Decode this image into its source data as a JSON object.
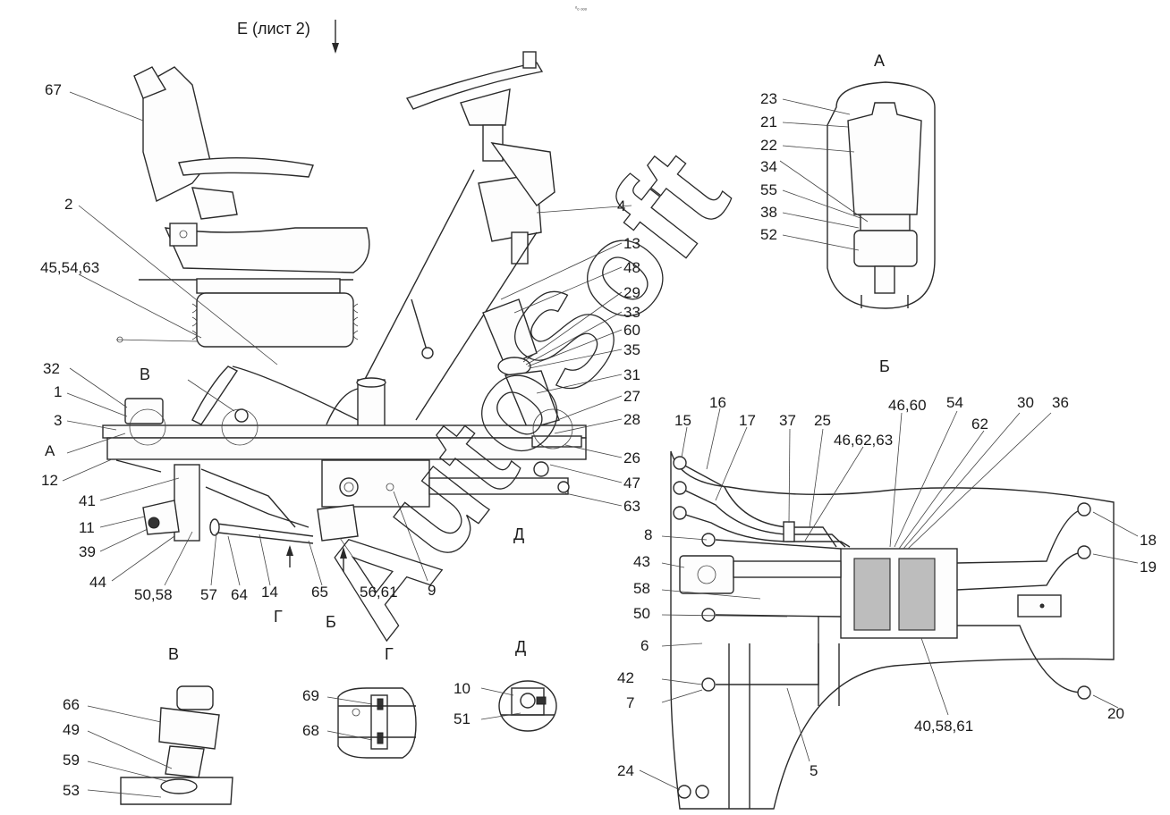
{
  "header": {
    "code": "ᵒₒ ₒₒₒ"
  },
  "watermark": "AutoSoft",
  "view_titles": {
    "e_sheet": "Е (лист 2)",
    "a": "А",
    "b": "Б",
    "v": "В",
    "g": "Г",
    "d": "Д"
  },
  "main_view_labels": {
    "l67": "67",
    "l2": "2",
    "l45_54_63": "45,54,63",
    "l32": "32",
    "l1": "1",
    "l3": "3",
    "lA": "А",
    "l12": "12",
    "l41": "41",
    "l11": "11",
    "l39": "39",
    "l44": "44",
    "l50_58": "50,58",
    "l57": "57",
    "l64": "64",
    "l14": "14",
    "l65": "65",
    "l56_61": "56,61",
    "l9": "9",
    "lG": "Г",
    "lB": "Б",
    "lD": "Д",
    "lV": "В",
    "l4": "4",
    "l13": "13",
    "l48": "48",
    "l29": "29",
    "l33": "33",
    "l60": "60",
    "l35": "35",
    "l31": "31",
    "l27": "27",
    "l28": "28",
    "l26": "26",
    "l47": "47",
    "l63": "63"
  },
  "detail_a_labels": {
    "l23": "23",
    "l21": "21",
    "l22": "22",
    "l34": "34",
    "l55": "55",
    "l38": "38",
    "l52": "52"
  },
  "detail_b_labels": {
    "l16": "16",
    "l15": "15",
    "l17": "17",
    "l37": "37",
    "l25": "25",
    "l46_60": "46,60",
    "l54": "54",
    "l30": "30",
    "l36": "36",
    "l46_62_63": "46,62,63",
    "l62": "62",
    "l8": "8",
    "l43": "43",
    "l58": "58",
    "l50": "50",
    "l6": "6",
    "l42": "42",
    "l7": "7",
    "l18": "18",
    "l19": "19",
    "l20": "20",
    "l40_58_61": "40,58,61",
    "l5": "5",
    "l24": "24"
  },
  "detail_v_labels": {
    "l66": "66",
    "l49": "49",
    "l59": "59",
    "l53": "53"
  },
  "detail_g_labels": {
    "l69": "69",
    "l68": "68"
  },
  "detail_d_labels": {
    "l10": "10",
    "l51": "51"
  }
}
